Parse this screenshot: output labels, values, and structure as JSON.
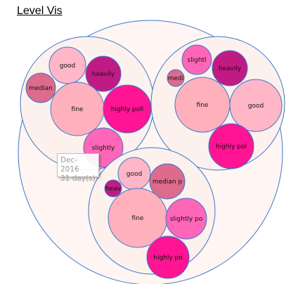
{
  "title": "Level Vis",
  "tooltip": {
    "line1": "Dec-2016",
    "line2": "31 day(s)"
  },
  "colors": {
    "outer_fill": "#fff5f2",
    "group_fill": "#fdf1ee",
    "stroke": "#3a78c9",
    "good": "#ffb6c7",
    "fine": "#ffb0bd",
    "median": "#dc6b8c",
    "heavily": "#c21a83",
    "slightly": "#ff66b8",
    "highly": "#ff1493"
  },
  "chart_data": {
    "type": "packed-bubble",
    "groups": [
      {
        "name": "group-left",
        "items": [
          {
            "label": "good",
            "level": "good"
          },
          {
            "label": "heavily",
            "level": "heavily"
          },
          {
            "label": "median",
            "level": "median"
          },
          {
            "label": "fine",
            "level": "fine"
          },
          {
            "label": "highly poll",
            "level": "highly"
          },
          {
            "label": "slightly",
            "level": "slightly"
          }
        ]
      },
      {
        "name": "group-right",
        "items": [
          {
            "label": "slightl",
            "level": "slightly"
          },
          {
            "label": "heavily",
            "level": "heavily"
          },
          {
            "label": "medi",
            "level": "median"
          },
          {
            "label": "fine",
            "level": "fine"
          },
          {
            "label": "good",
            "level": "good"
          },
          {
            "label": "highly pol",
            "level": "highly"
          }
        ]
      },
      {
        "name": "group-bottom",
        "items": [
          {
            "label": "good",
            "level": "good"
          },
          {
            "label": "median p",
            "level": "median"
          },
          {
            "label": "heav",
            "level": "heavily"
          },
          {
            "label": "fine",
            "level": "fine"
          },
          {
            "label": "slightly po",
            "level": "slightly"
          },
          {
            "label": "highly po",
            "level": "highly"
          }
        ]
      }
    ]
  }
}
